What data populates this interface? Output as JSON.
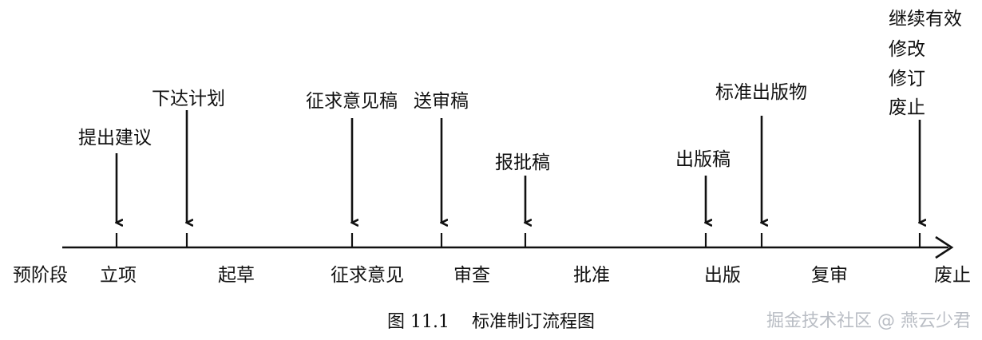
{
  "events": [
    {
      "id": "e1",
      "label": "提出建议"
    },
    {
      "id": "e2",
      "label": "下达计划"
    },
    {
      "id": "e3",
      "label": "征求意见稿"
    },
    {
      "id": "e4",
      "label": "送审稿"
    },
    {
      "id": "e5",
      "label": "报批稿"
    },
    {
      "id": "e6",
      "label": "出版稿"
    },
    {
      "id": "e7",
      "label": "标准出版物"
    }
  ],
  "final_outcomes": [
    "继续有效",
    "修改",
    "修订",
    "废止"
  ],
  "stages": [
    "预阶段",
    "立项",
    "起草",
    "征求意见",
    "审查",
    "批准",
    "出版",
    "复审",
    "废止"
  ],
  "caption": {
    "number": "图 11.1",
    "title": "标准制订流程图"
  },
  "watermark": "掘金技术社区 @ 燕云少君"
}
